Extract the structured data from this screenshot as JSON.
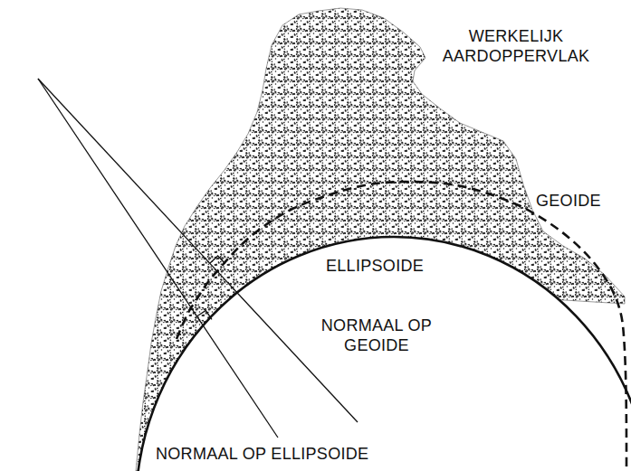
{
  "diagram": {
    "labels": [
      "WERKELIJK AARDOPPERVLAK",
      "GEOIDE",
      "ELLIPSOIDE",
      "NORMAAL OP GEOIDE",
      "NORMAAL OP ELLIPSOIDE"
    ]
  }
}
